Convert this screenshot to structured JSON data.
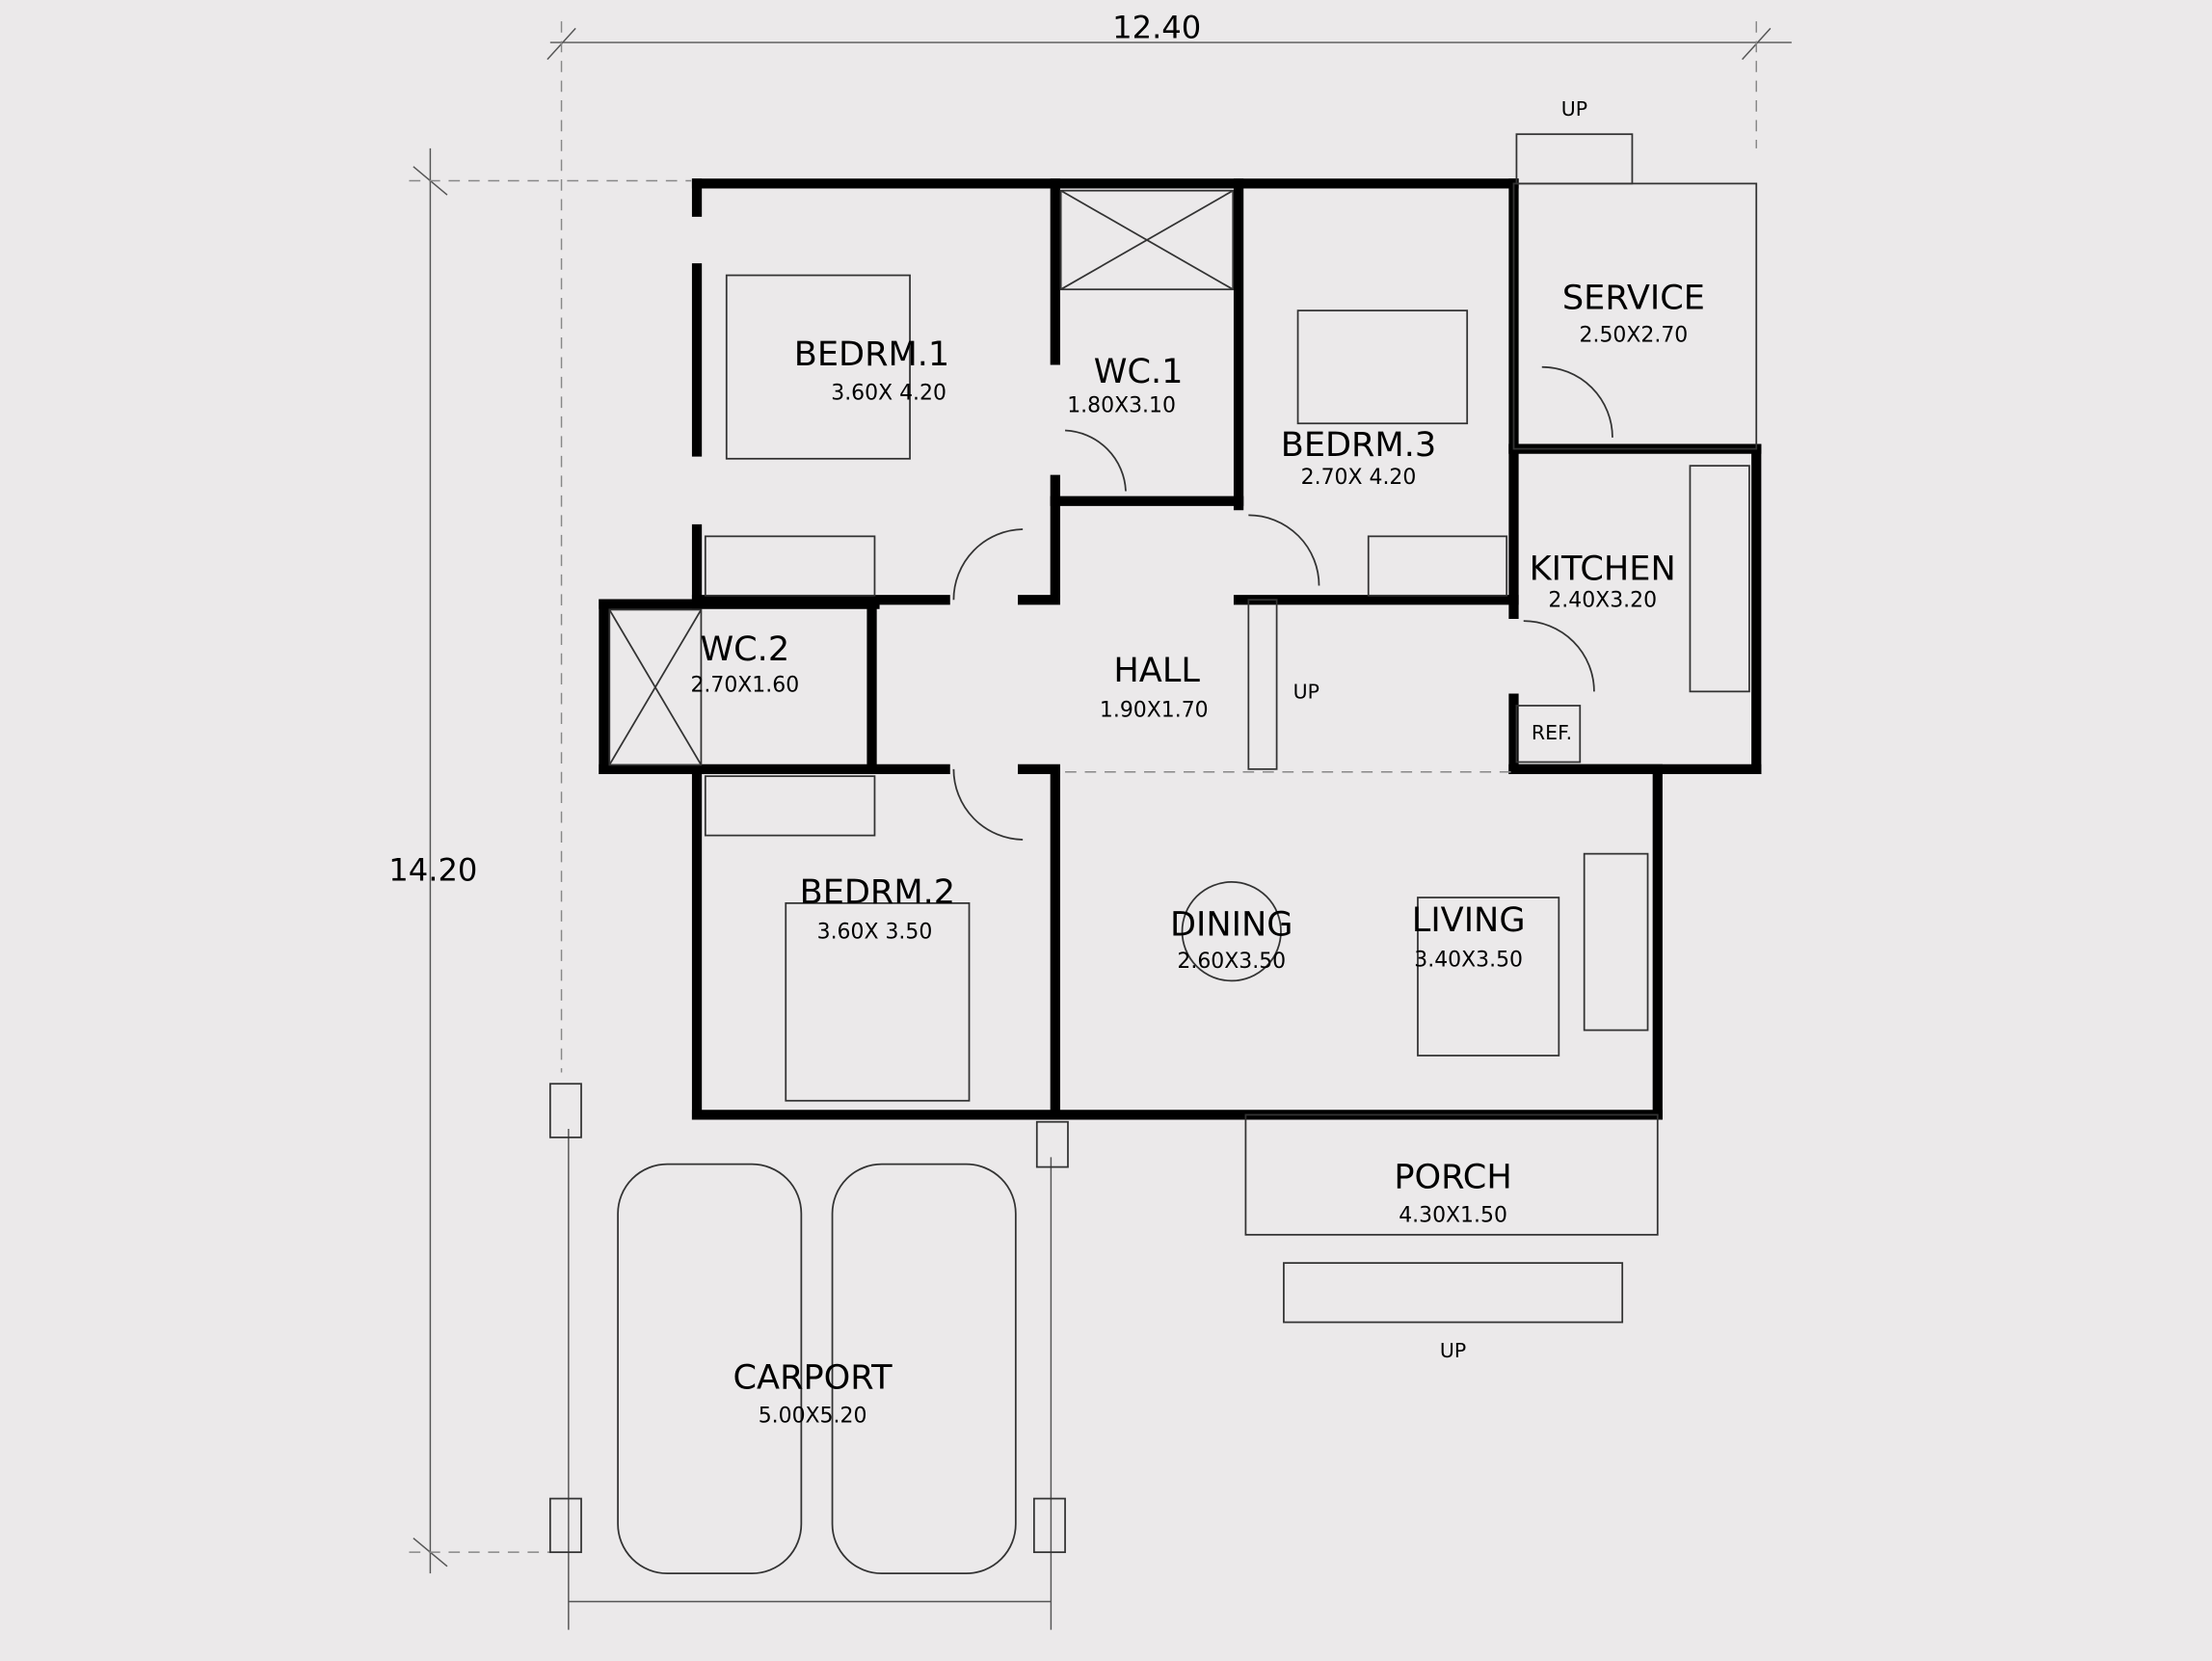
{
  "dimensions": {
    "width": "12.40",
    "depth": "14.20"
  },
  "rooms": {
    "bedrm1": {
      "name": "BEDRM.1",
      "size": "3.60X 4.20"
    },
    "wc1": {
      "name": "WC.1",
      "size": "1.80X3.10"
    },
    "bedrm3": {
      "name": "BEDRM.3",
      "size": "2.70X 4.20"
    },
    "service": {
      "name": "SERVICE",
      "size": "2.50X2.70"
    },
    "kitchen": {
      "name": "KITCHEN",
      "size": "2.40X3.20"
    },
    "wc2": {
      "name": "WC.2",
      "size": "2.70X1.60"
    },
    "hall": {
      "name": "HALL",
      "size": "1.90X1.70"
    },
    "bedrm2": {
      "name": "BEDRM.2",
      "size": "3.60X 3.50"
    },
    "dining": {
      "name": "DINING",
      "size": "2.60X3.50"
    },
    "living": {
      "name": "LIVING",
      "size": "3.40X3.50"
    },
    "porch": {
      "name": "PORCH",
      "size": "4.30X1.50"
    },
    "carport": {
      "name": "CARPORT",
      "size": "5.00X5.20"
    }
  },
  "labels": {
    "up_service": "UP",
    "up_hall": "UP",
    "up_porch": "UP",
    "ref": "REF."
  }
}
